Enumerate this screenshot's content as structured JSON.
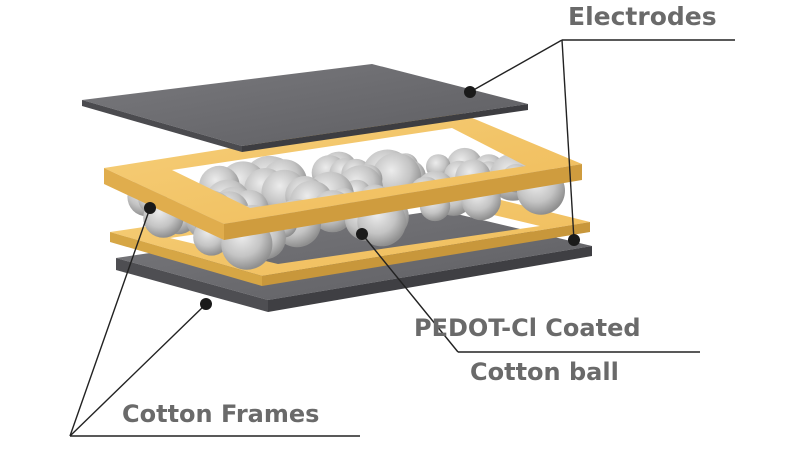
{
  "labels": {
    "electrodes": "Electrodes",
    "coated_line1": "PEDOT-Cl  Coated",
    "coated_line2": "Cotton ball",
    "frames": "Cotton Frames"
  },
  "colors": {
    "electrode_top": "#6e6e72",
    "electrode_edge": "#4a4a4e",
    "frame_top": "#f3c466",
    "frame_edge": "#d9a846",
    "cotton": "#c9c9c9",
    "cotton_shadow": "#9e9e9e",
    "leader": "#222222",
    "label": "#6a6a6a"
  }
}
